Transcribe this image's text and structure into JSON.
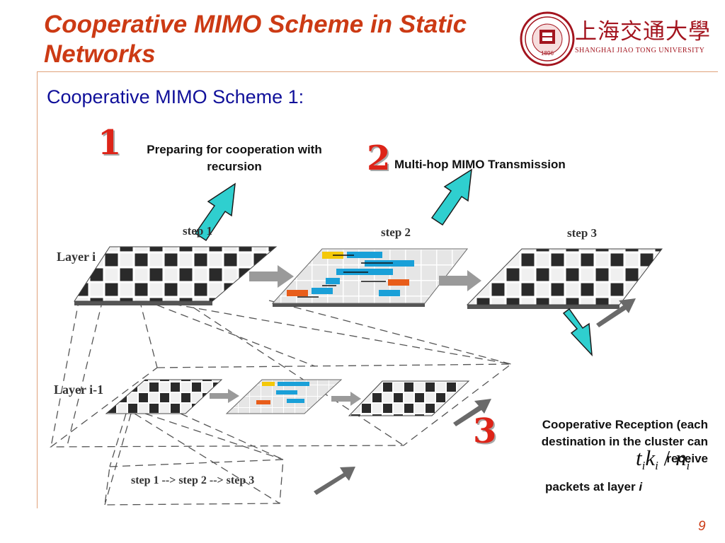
{
  "title": "Cooperative MIMO Scheme in Static Networks",
  "logo": {
    "chinese": "上海交通大學",
    "english": "SHANGHAI JIAO TONG UNIVERSITY",
    "year": "1896"
  },
  "subtitle": "Cooperative MIMO Scheme 1:",
  "stages": [
    {
      "number": "1",
      "caption": "Preparing for cooperation with recursion"
    },
    {
      "number": "2",
      "caption": "Multi-hop MIMO Transmission"
    },
    {
      "number": "3",
      "caption": "Cooperative Reception (each destination in the cluster can receive",
      "caption_end": "packets at layer"
    }
  ],
  "math": {
    "t": "t",
    "t_sub": "i",
    "k": "k",
    "k_sub": "i",
    "slash": "/",
    "n": "n",
    "n_sub": "i"
  },
  "layer_i_var": "i",
  "diagram": {
    "layer_i": "Layer i",
    "layer_i_minus_1": "Layer i-1",
    "step1": "step 1",
    "step2": "step 2",
    "step3": "step 3",
    "bottom_steps": "step 1 --> step 2 --> step 3"
  },
  "page_number": "9",
  "colors": {
    "title": "#cc3a14",
    "subtitle": "#10109a",
    "number": "#dd2418",
    "arrow": "#2fcfcf"
  }
}
